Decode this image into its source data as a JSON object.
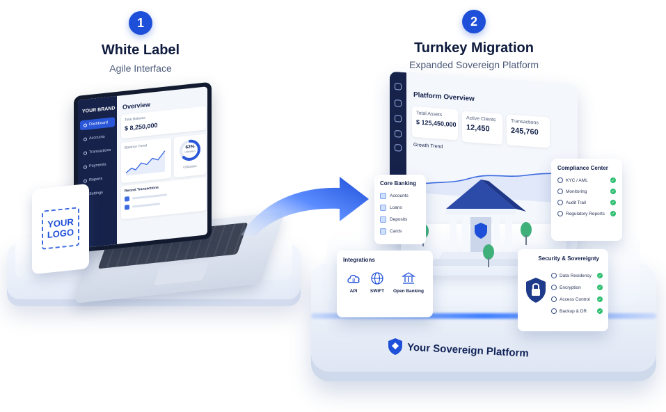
{
  "steps": [
    {
      "number": "1",
      "title": "White Label",
      "subtitle": "Agile Interface"
    },
    {
      "number": "2",
      "title": "Turnkey Migration",
      "subtitle": "Expanded Sovereign Platform"
    }
  ],
  "logo_card": {
    "text_line1": "YOUR",
    "text_line2": "LOGO"
  },
  "laptop": {
    "brand": "YOUR BRAND",
    "nav": [
      "Dashboard",
      "Accounts",
      "Transactions",
      "Payments",
      "Reports",
      "Settings"
    ],
    "active_nav": "Dashboard",
    "page_title": "Overview",
    "total_balance_label": "Total Balance",
    "total_balance_value": "$ 8,250,000",
    "balance_trend_label": "Balance Trend",
    "gauge_value": "62%",
    "gauge_sub": "Utilization",
    "gauge_caption": "Utilization",
    "gauge_fraction": 0.62,
    "recent_label": "Recent Transactions"
  },
  "platform_overview": {
    "title": "Platform Overview",
    "metrics": [
      {
        "label": "Total Assets",
        "value": "$ 125,450,000"
      },
      {
        "label": "Active Clients",
        "value": "12,450"
      },
      {
        "label": "Transactions",
        "value": "245,760"
      }
    ],
    "growth_label": "Growth Trend"
  },
  "core_banking": {
    "title": "Core Banking",
    "items": [
      "Accounts",
      "Loans",
      "Deposits",
      "Cards"
    ]
  },
  "compliance": {
    "title": "Compliance Center",
    "items": [
      "KYC / AML",
      "Monitoring",
      "Audit Trail",
      "Regulatory Reports"
    ]
  },
  "integrations": {
    "title": "Integrations",
    "items": [
      "API",
      "SWIFT",
      "Open Banking"
    ]
  },
  "security": {
    "title": "Security & Sovereignty",
    "items": [
      "Data Residency",
      "Encryption",
      "Access Control",
      "Backup & DR"
    ]
  },
  "platform_label": "Your Sovereign Platform",
  "colors": {
    "accent": "#1e4fd8",
    "navy": "#16224a",
    "success": "#2fbf71"
  }
}
